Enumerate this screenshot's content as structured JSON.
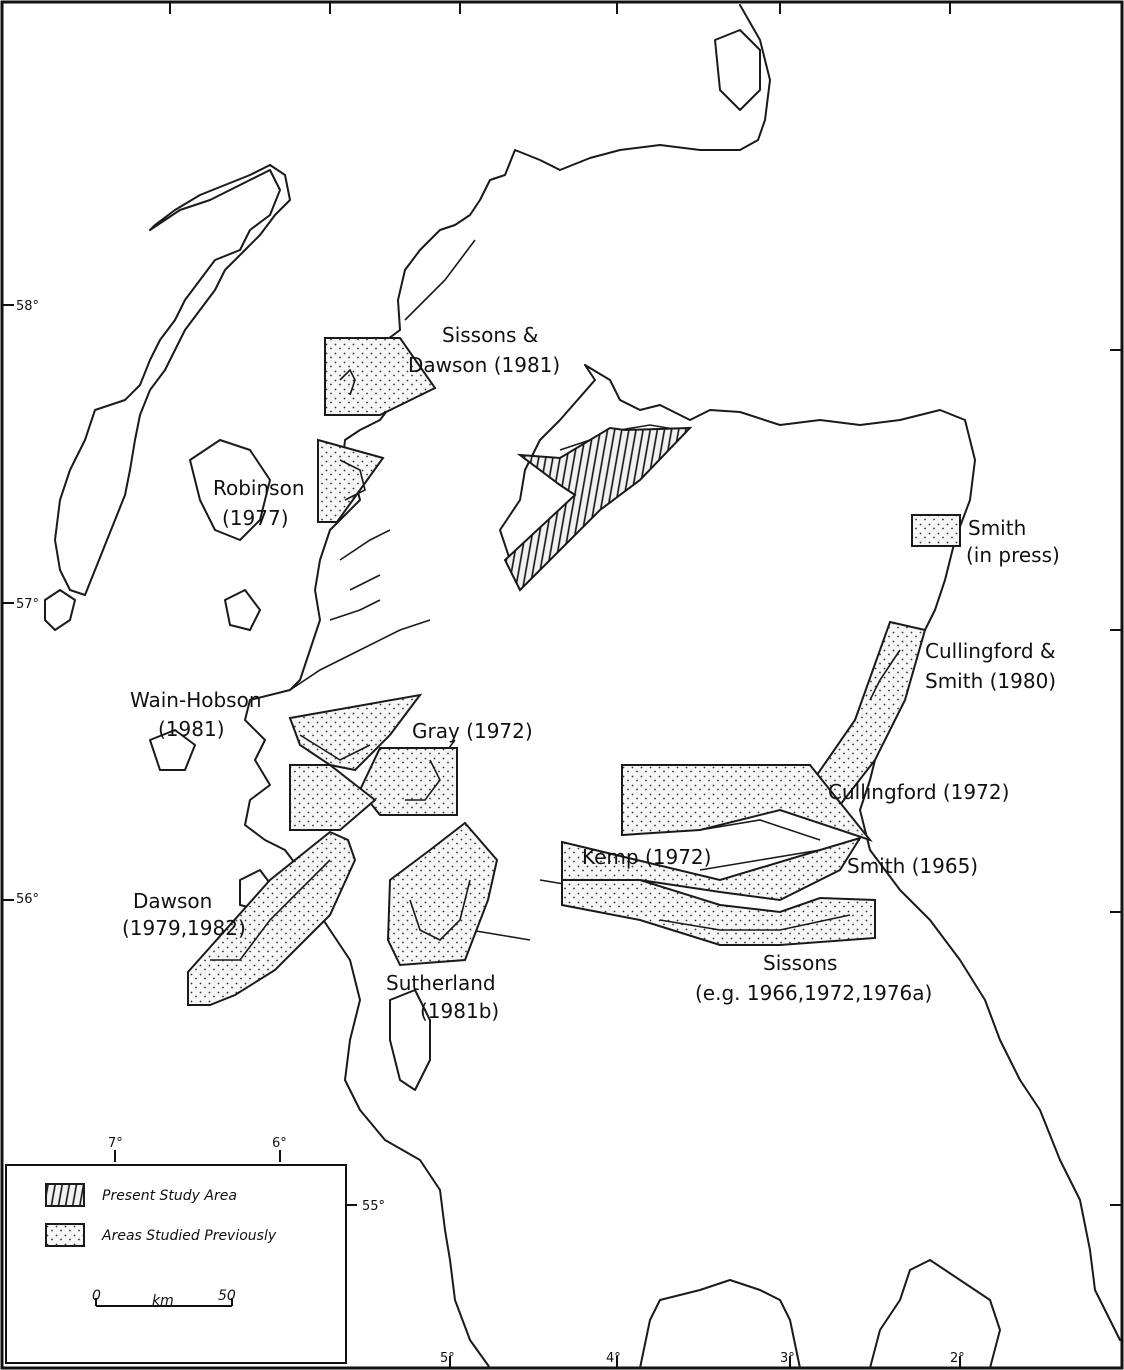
{
  "map": {
    "latitudes": [
      {
        "label": "58°"
      },
      {
        "label": "57°"
      },
      {
        "label": "56°"
      },
      {
        "label": "55°"
      }
    ],
    "longitudes": [
      {
        "label": "7°"
      },
      {
        "label": "6°"
      },
      {
        "label": "5°"
      },
      {
        "label": "4°"
      },
      {
        "label": "3°"
      },
      {
        "label": "2°"
      }
    ],
    "areas": {
      "sissons_dawson": {
        "line1": "Sissons &",
        "line2": "Dawson (1981)"
      },
      "robinson": {
        "line1": "Robinson",
        "line2": "(1977)"
      },
      "smith_press": {
        "line1": "Smith",
        "line2": "(in press)"
      },
      "cullingford_smith": {
        "line1": "Cullingford &",
        "line2": "Smith (1980)"
      },
      "wain_hobson": {
        "line1": "Wain-Hobson",
        "line2": "(1981)"
      },
      "gray": {
        "line1": "Gray (1972)"
      },
      "cullingford": {
        "line1": "Cullingford (1972)"
      },
      "kemp": {
        "line1": "Kemp (1972)"
      },
      "smith_1965": {
        "line1": "Smith (1965)"
      },
      "dawson": {
        "line1": "Dawson",
        "line2": "(1979,1982)"
      },
      "sutherland": {
        "line1": "Sutherland",
        "line2": "(1981b)"
      },
      "sissons": {
        "line1": "Sissons",
        "line2": "(e.g. 1966,1972,1976a)"
      }
    }
  },
  "legend": {
    "present_label": "Present Study Area",
    "previous_label": "Areas Studied Previously",
    "scale_zero": "0",
    "scale_unit": "km",
    "scale_max": "50"
  }
}
